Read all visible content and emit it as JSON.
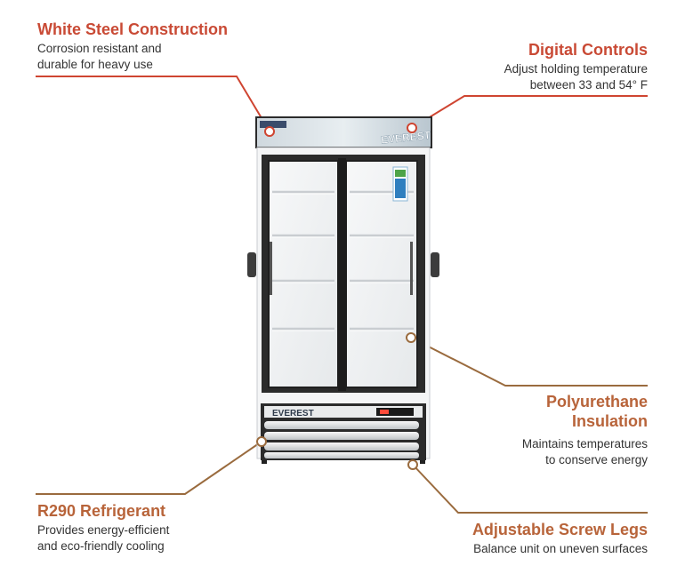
{
  "colors": {
    "title_red": "#c94a35",
    "title_brown": "#b8643a",
    "line_red": "#cf4531",
    "line_brown": "#9a6b3e",
    "cabinet_white": "#f4f5f6",
    "cabinet_frame": "#2b2b2b",
    "text_gray": "#333333"
  },
  "callouts": {
    "white_steel": {
      "title": "White Steel Construction",
      "desc_line1": "Corrosion resistant and",
      "desc_line2": "durable for heavy use"
    },
    "digital_controls": {
      "title": "Digital Controls",
      "desc_line1": "Adjust holding temperature",
      "desc_line2": "between 33 and 54° F"
    },
    "polyurethane": {
      "title_line1": "Polyurethane",
      "title_line2": "Insulation",
      "desc_line1": "Maintains temperatures",
      "desc_line2": "to conserve energy"
    },
    "r290": {
      "title": "R290 Refrigerant",
      "desc_line1": "Provides energy-efficient",
      "desc_line2": "and eco-friendly cooling"
    },
    "screw_legs": {
      "title": "Adjustable Screw Legs",
      "desc_line1": "Balance unit on uneven surfaces"
    }
  },
  "product": {
    "brand_top": "EVEREST",
    "brand_bottom": "EVEREST"
  }
}
